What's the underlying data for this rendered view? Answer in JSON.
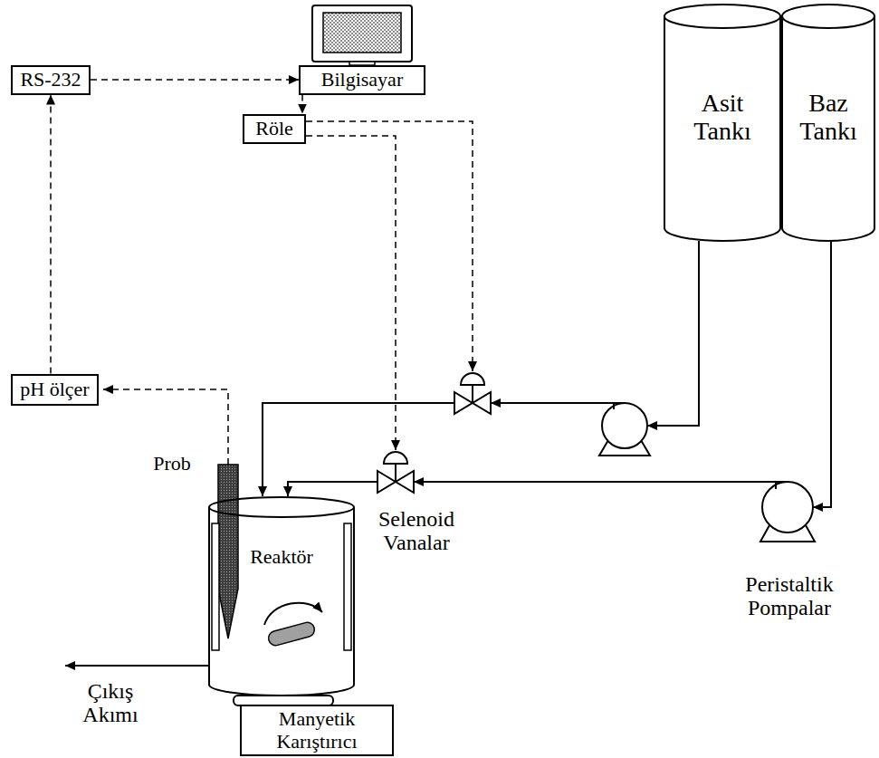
{
  "diagram": {
    "nodes": [
      {
        "text": [
          "RS-232"
        ]
      },
      {
        "text": [
          "Bilgisayar"
        ]
      },
      {
        "text": [
          "Röle"
        ]
      },
      {
        "text": [
          "pH ölçer"
        ]
      },
      {
        "text": [
          "Asit Tankı"
        ]
      },
      {
        "text": [
          "Baz Tankı"
        ]
      },
      {
        "text": [
          "Reaktör"
        ]
      },
      {
        "text": [
          "Manyetik Karıştırıcı"
        ]
      }
    ],
    "edges": [
      {
        "from": 3,
        "to": 0,
        "arrow": "to"
      },
      {
        "from": 0,
        "to": 1,
        "arrow": "to"
      },
      {
        "from": 1,
        "to": 2,
        "arrow": "to"
      },
      {
        "from": 4,
        "to": 6,
        "arrow": "to"
      },
      {
        "from": 5,
        "to": 6,
        "arrow": "to"
      }
    ],
    "labels": [
      "Prob",
      "Selenoid Vanalar",
      "Peristaltik Pompalar",
      "Çıkış Akımı"
    ]
  }
}
